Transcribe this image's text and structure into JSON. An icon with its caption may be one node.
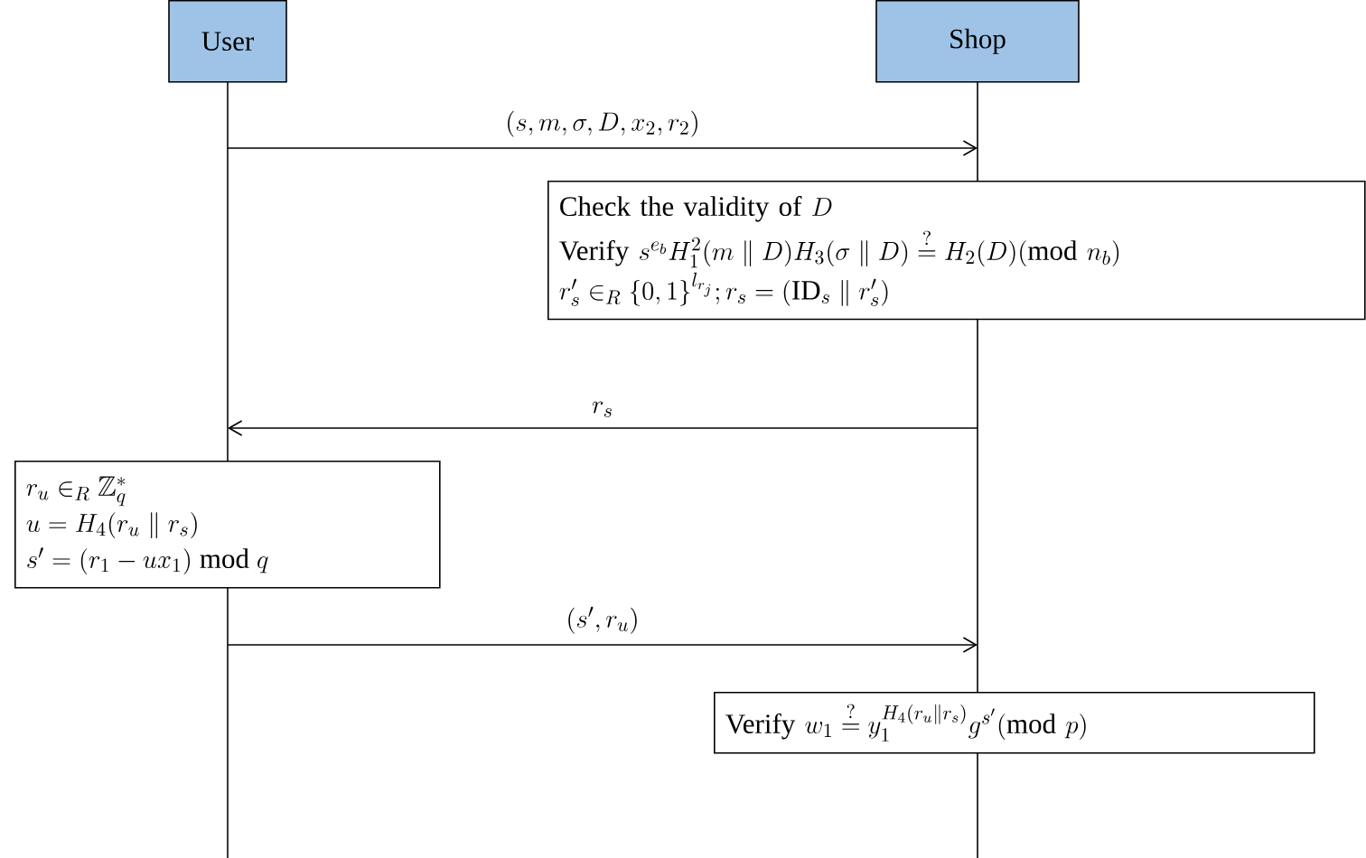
{
  "diagram": {
    "nodes": [
      {
        "text": [
          "User"
        ]
      },
      {
        "text": [
          "Shop"
        ]
      },
      {
        "text": [
          "\\text{Check the validity of } D",
          "\\text{Verify } s^{e_b} H_1^2(m \\parallel D) H_3(\\sigma \\parallel D) \\stackrel{?}{=} H_2(D) (\\text{mod } n_b)",
          "r_s' \\in_R \\{0,1\\}^{l_{r_j}}; r_s = (\\text{ID}_s \\parallel r_s')"
        ]
      },
      {
        "text": [
          "r_u \\in_R \\mathbb{Z}_q^*",
          "u = H_4(r_u \\parallel r_s)",
          "s' = (r_1 - u x_1) \\bmod q"
        ]
      },
      {
        "text": [
          "\\text{Verify } w_1 \\stackrel{?}{=} y_1^{H_4(r_u \\parallel r_s)} g^{s'} (\\text{mod } p)"
        ]
      }
    ],
    "edges": [
      {
        "from": 0,
        "to": 1,
        "arrow": "to",
        "label": "(s, m, \\sigma, D, x_2, r_2)"
      },
      {
        "from": 1,
        "to": 0,
        "arrow": "to",
        "label": "r_s"
      },
      {
        "from": 0,
        "to": 1,
        "arrow": "to",
        "label": "(s', r_u)"
      }
    ]
  }
}
